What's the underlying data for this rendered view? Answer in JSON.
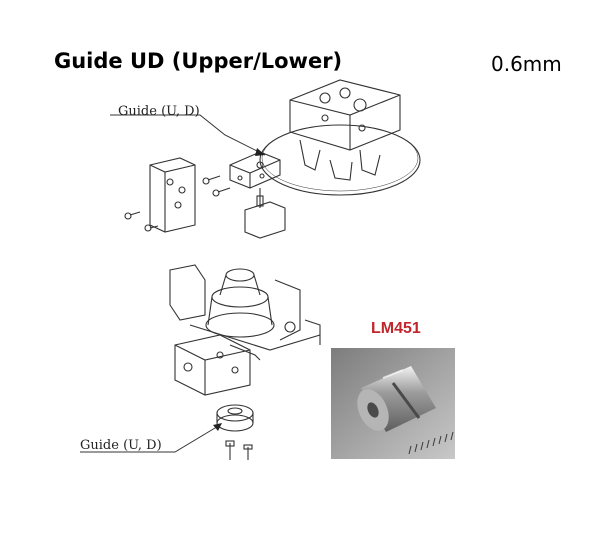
{
  "title": "Guide UD (Upper/Lower)",
  "thickness": "0.6mm",
  "callout_top": "Guide (U, D)",
  "callout_bottom": "Guide (U, D)",
  "part_number": "LM451",
  "colors": {
    "title": "#000000",
    "part_number": "#c0262c",
    "line_art": "#333333",
    "photo_bg": "#9a9a9a"
  }
}
